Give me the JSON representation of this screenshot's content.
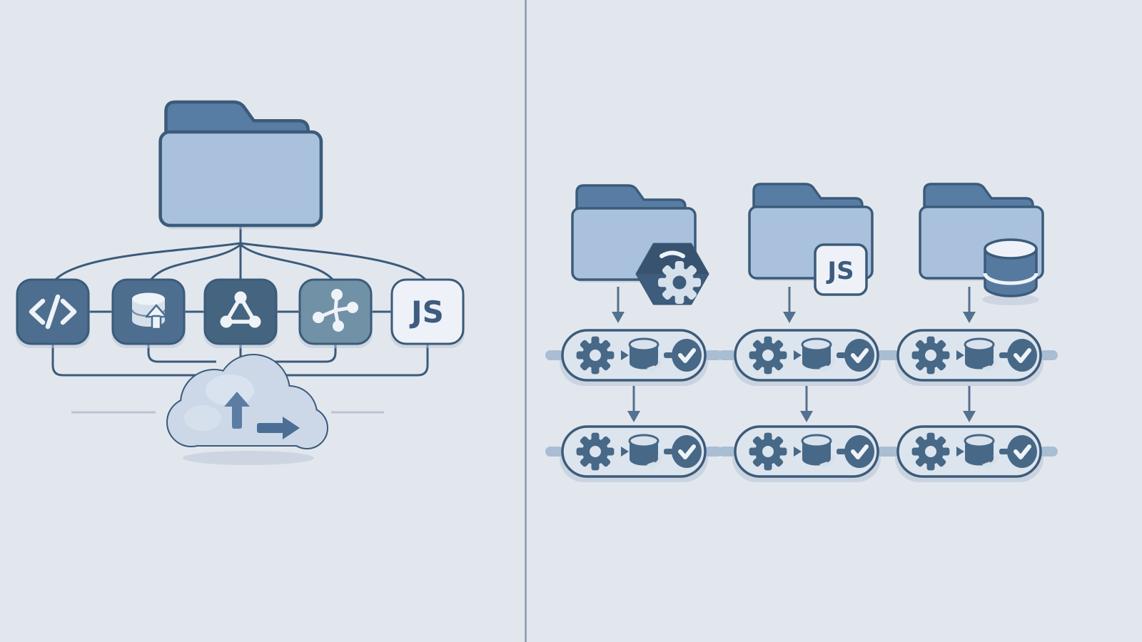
{
  "diagram": {
    "description": "Split illustration: left panel shows one project folder fanning out to five technology tiles that feed a cloud sync service; right panel shows three folders (package, javascript, database) each flowing into two stacked processing pipelines of gear, database-sync and check steps.",
    "labels": {
      "js": "JS"
    },
    "left_panel": {
      "root": "project-folder",
      "outputs": [
        "code-icon",
        "database-upload-icon",
        "network-triangle-icon",
        "branch-hub-icon",
        "js-badge"
      ],
      "sink": "cloud-sync-icon"
    },
    "right_panel": {
      "columns": [
        {
          "folder": "folder-package",
          "badge": "package-gear-icon",
          "pipeline_rows": 2
        },
        {
          "folder": "folder-javascript",
          "badge": "js-badge",
          "pipeline_rows": 2
        },
        {
          "folder": "folder-database",
          "badge": "database-icon",
          "pipeline_rows": 2
        }
      ],
      "pipeline_steps": [
        "gear-icon",
        "database-sync-icon",
        "check-icon"
      ]
    },
    "colors": {
      "bg": "#e2e7ee",
      "ink": "#3c5b7a",
      "divider": "#8c98aa",
      "folder_tab": "#587da4",
      "folder_body": "#a9c1dd",
      "tile_dark": "#4d6e8e",
      "tile_darker": "#44647f",
      "tile_teal": "#7191a7",
      "chip_bg": "#eef2f8",
      "icon_light": "#eef3f8",
      "icon_mid": "#d6e0eb",
      "label_ink": "#3e5c7f",
      "pill_bg": "#dce4ee",
      "pill_ink": "#476887",
      "db_top": "#d9e2ec",
      "stub": "#a9bdd3",
      "arrow": "#54718f",
      "arrow_up": "#5b7da3",
      "arrow_right": "#4b6e95",
      "cloud_bg": "#ccd8e7",
      "cloud_hi": "#dee7f1",
      "badge_dark": "#3e5d7d",
      "badge_db": "#567a9f",
      "dash": "#b9c4d3",
      "shadow": "#b7c4d6"
    }
  }
}
